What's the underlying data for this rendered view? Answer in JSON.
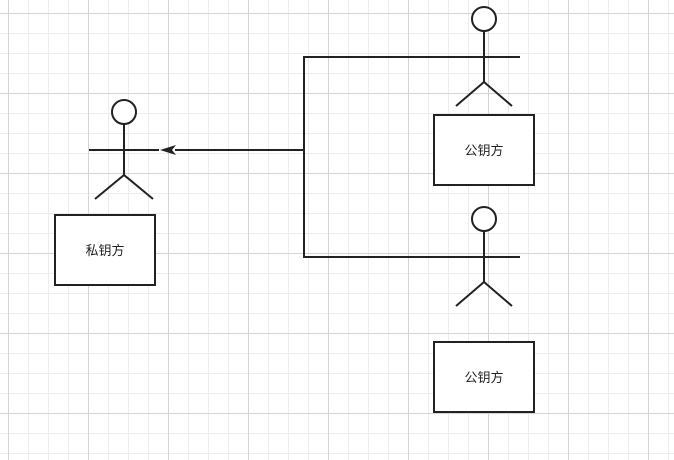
{
  "diagram": {
    "private_key_holder": {
      "label": "私钥方"
    },
    "public_key_holders": [
      {
        "label": "公钥方"
      },
      {
        "label": "公钥方"
      }
    ],
    "colors": {
      "stroke": "#222222",
      "grid_major": "#d4d4d4",
      "grid_minor": "#ececec",
      "background": "#ffffff"
    }
  }
}
